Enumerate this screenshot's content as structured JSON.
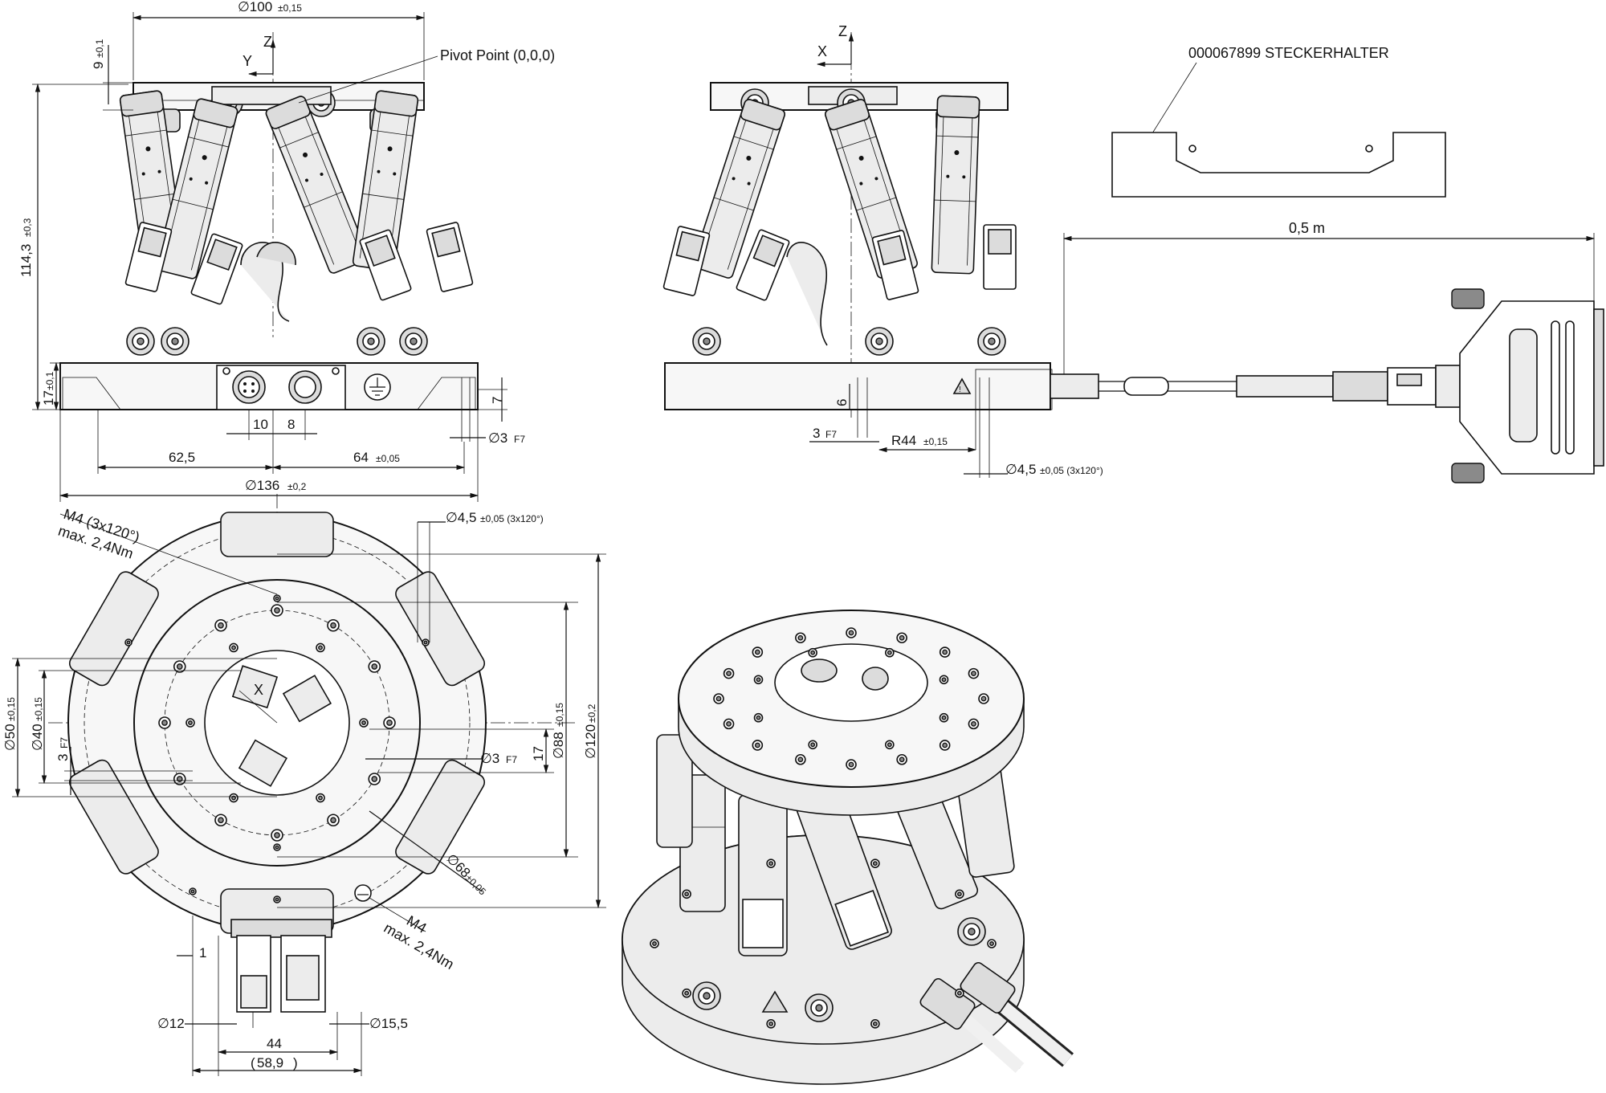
{
  "labels": {
    "pivot_point": "Pivot Point (0,0,0)",
    "part_number": "000067899 STECKERHALTER",
    "cable_length": "0,5 m",
    "axis_z": "Z",
    "axis_y": "Y",
    "axis_x": "X",
    "torque_top": "max. 2,4Nm",
    "thread_top": "M4 (3x120°)",
    "thread_bottom": "M4",
    "torque_bottom": "max. 2,4Nm"
  },
  "dimensions": {
    "top_diameter": "∅100",
    "top_diameter_tol": "±0,15",
    "plate_thickness": "9",
    "plate_thickness_tol": "±0,1",
    "height": "114,3",
    "height_tol": "±0,3",
    "base_height": "17",
    "base_height_tol": "±0,1",
    "side_7": "7",
    "pin_hole": "∅3",
    "pin_hole_fit": "F7",
    "conn_10": "10",
    "conn_8": "8",
    "left_offset": "62,5",
    "right_offset": "64",
    "right_offset_tol": "±0,05",
    "base_diameter": "∅136",
    "base_diameter_tol": "±0,2",
    "side_6": "6",
    "side_3": "3",
    "side_3_fit": "F7",
    "radius": "R44",
    "radius_tol": "±0,15",
    "mount_hole_side": "∅4,5",
    "mount_hole_side_tol": "±0,05 (3x120°)",
    "mount_hole_top": "∅4,5",
    "mount_hole_top_tol": "±0,05 (3x120°)",
    "d50": "∅50",
    "d50_tol": "±0,15",
    "d40": "∅40",
    "d40_tol": "±0,15",
    "top_3": "3",
    "top_3_fit": "F7",
    "top_pin": "∅3",
    "top_pin_fit": "F7",
    "top_17": "17",
    "d88": "∅88",
    "d88_tol": "±0,15",
    "d120": "∅120",
    "d120_tol": "±0,2",
    "d68": "∅68",
    "d68_tol": "±0,05",
    "offset_1": "1",
    "d12": "∅12",
    "d15_5": "∅15,5",
    "width_44": "44",
    "width_58_9": "58,9"
  }
}
